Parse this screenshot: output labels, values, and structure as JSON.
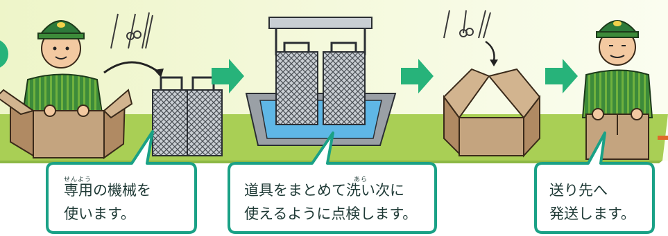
{
  "bubbles": [
    {
      "ruby": "せんよう",
      "line1": "専用の機械を",
      "line2": "使います。"
    },
    {
      "ruby": "あら",
      "line1": "道具をまとめて洗い次に",
      "line2": "使えるように点検します。"
    },
    {
      "ruby": "",
      "line1": "送り先へ",
      "line2": "発送します。"
    }
  ],
  "colors": {
    "ground": "#a9cf55",
    "bg": "#f4f7d6",
    "arrow": "#27b37a",
    "bubble_border": "#1aa186",
    "box": "#c4a47f",
    "uniform": "#3d8b3a",
    "cap": "#2e7a3a"
  },
  "icons": [
    "worker-figure",
    "scissors-tools-icon",
    "basket-icon",
    "washing-machine",
    "cardboard-box",
    "arrow-right-icon"
  ]
}
